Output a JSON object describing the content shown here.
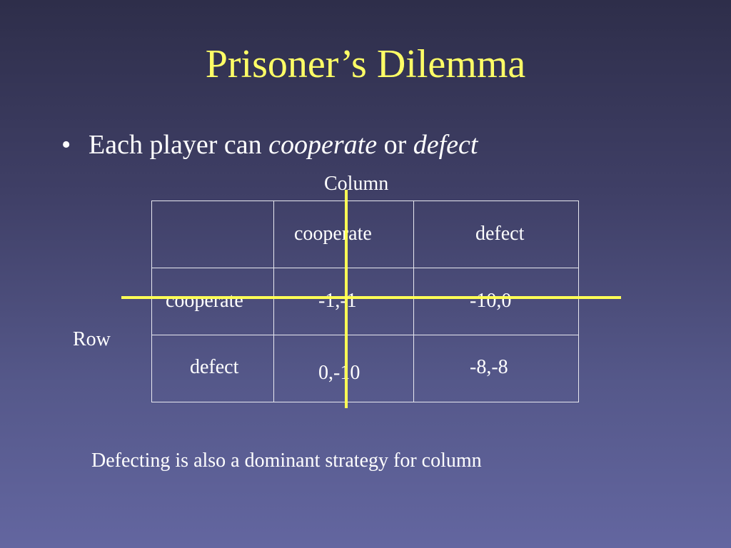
{
  "slide": {
    "title": "Prisoner’s Dilemma",
    "bullet": {
      "marker": "•",
      "prefix": "Each player can ",
      "option1": "cooperate",
      "middle": " or ",
      "option2": "defect"
    },
    "column_label": "Column",
    "row_label": "Row",
    "matrix": {
      "column_headers": [
        "cooperate",
        "defect"
      ],
      "row_headers": [
        "cooperate",
        "defect"
      ],
      "payoffs": [
        [
          "-1,-1",
          "-10,0"
        ],
        [
          "0,-10",
          "-8,-8"
        ]
      ]
    },
    "caption": "Defecting is also a dominant strategy for column",
    "colors": {
      "title": "#ffff66",
      "highlight_lines": "#ffff55",
      "text": "#ffffff"
    }
  }
}
